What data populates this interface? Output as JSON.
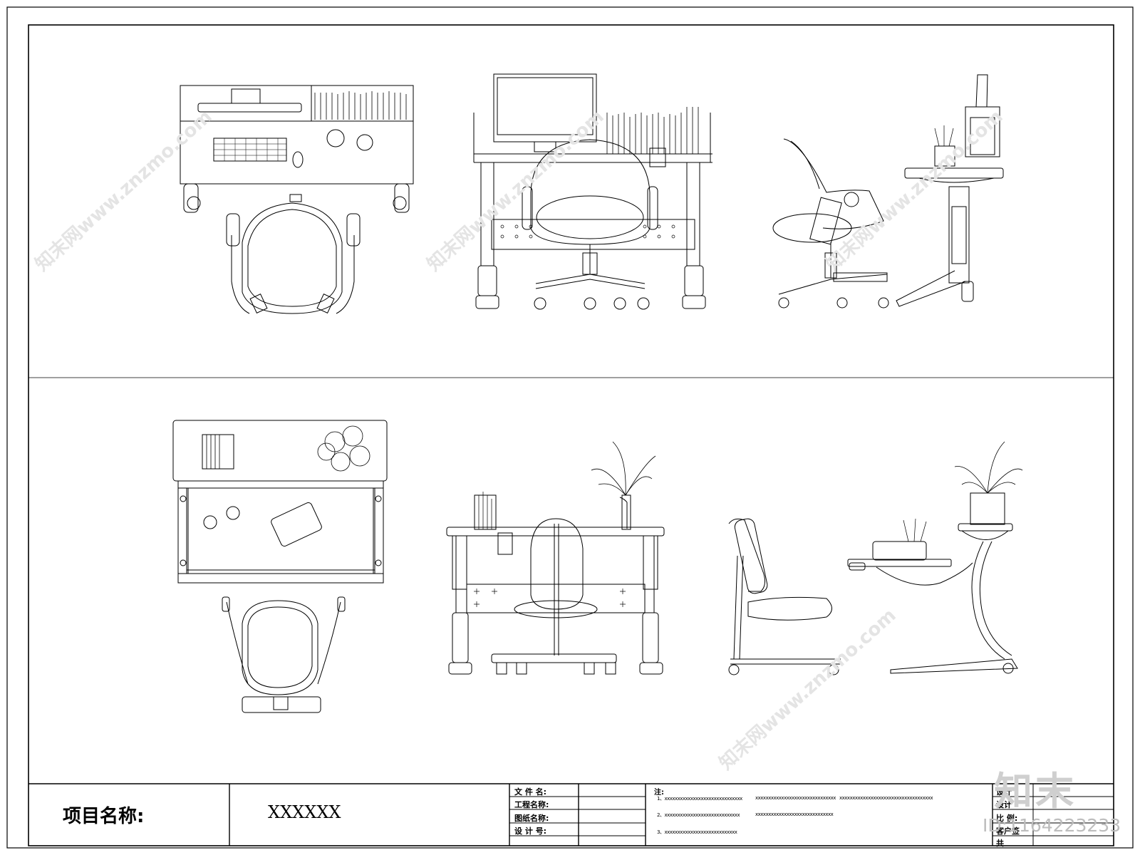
{
  "title_block": {
    "project_label": "项目名称:",
    "project_value": "XXXXXX",
    "fields": [
      "文 件 名:",
      "工程名称:",
      "图纸名称:",
      "设 计 号:"
    ],
    "note_label": "注:",
    "notes": [
      "1、xxxxxxxxxxxxxxxxxxxxxxxxxxxxxx",
      "xxxxxxxxxxxxxxxxxxxxxxxxxxxxxxx",
      "xxxxxxxxxxxxxxxxxxxxxxxxxxxxxxxxxxxx",
      "2、xxxxxxxxxxxxxxxxxxxxxxxxxxxxx",
      "xxxxxxxxxxxxxxxxxxxxxxxxxxxxxx",
      "3、xxxxxxxxxxxxxxxxxxxxxxxxxxxx"
    ],
    "right_fields": [
      "设计",
      "设计",
      "比  例:",
      "客户签",
      "共"
    ]
  },
  "watermark": {
    "logo": "知末",
    "id": "ID:1164223233",
    "text": "知末网www.znzmo.com"
  },
  "colors": {
    "line": "#000000",
    "watermark": "#e4e4e4",
    "background": "#ffffff"
  }
}
